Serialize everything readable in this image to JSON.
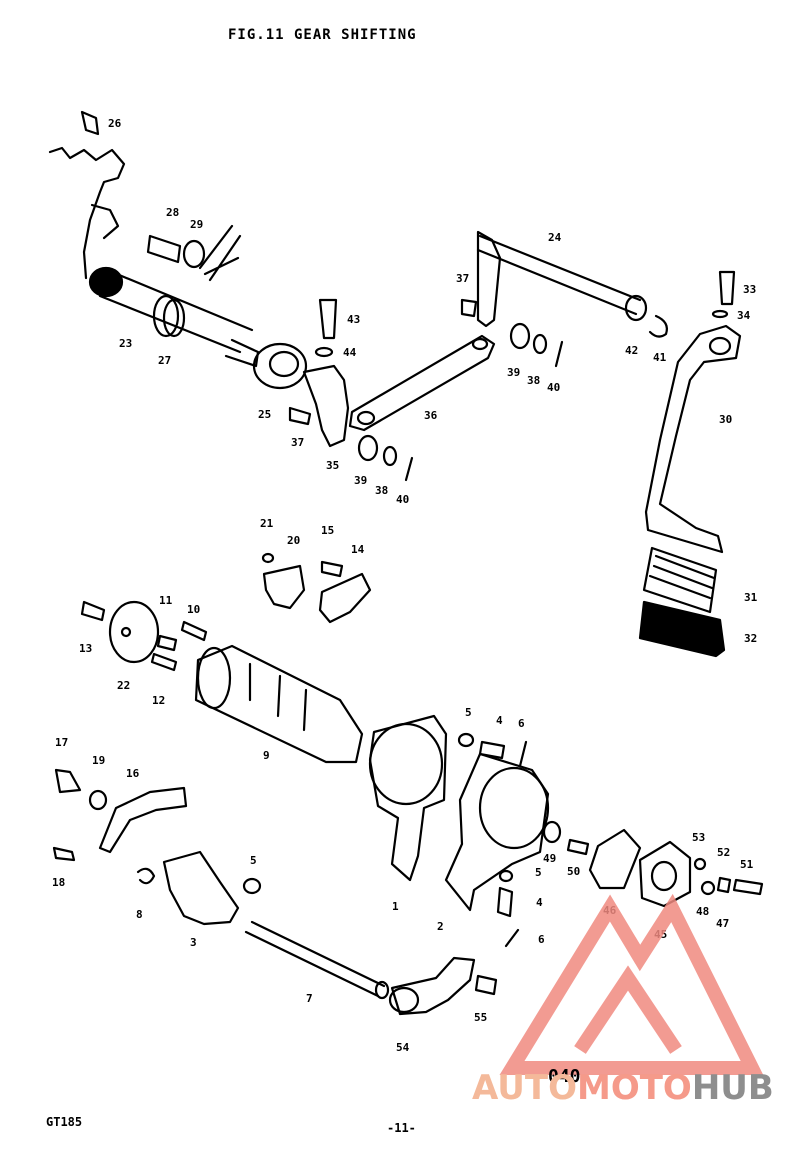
{
  "title": "FIG.11  GEAR SHIFTING",
  "model": "GT185",
  "page_number": "-11-",
  "stamp": "040",
  "watermark": {
    "part1": "AUTO",
    "part2": "MOTO",
    "part3": "HUB",
    "colors": {
      "auto": "#f4b99a",
      "moto": "#f59a8a",
      "hub": "#8e8e8e",
      "logo": "#f08a80"
    }
  },
  "callouts": [
    "26",
    "28",
    "29",
    "23",
    "27",
    "25",
    "37",
    "35",
    "43",
    "44",
    "36",
    "39",
    "38",
    "40",
    "39",
    "38",
    "40",
    "24",
    "37",
    "42",
    "41",
    "33",
    "34",
    "30",
    "31",
    "32",
    "21",
    "20",
    "15",
    "14",
    "10",
    "11",
    "13",
    "22",
    "12",
    "9",
    "5",
    "4",
    "6",
    "17",
    "19",
    "16",
    "18",
    "8",
    "3",
    "5",
    "1",
    "2",
    "5",
    "4",
    "6",
    "49",
    "50",
    "46",
    "45",
    "53",
    "52",
    "51",
    "48",
    "47",
    "7",
    "54",
    "55"
  ]
}
